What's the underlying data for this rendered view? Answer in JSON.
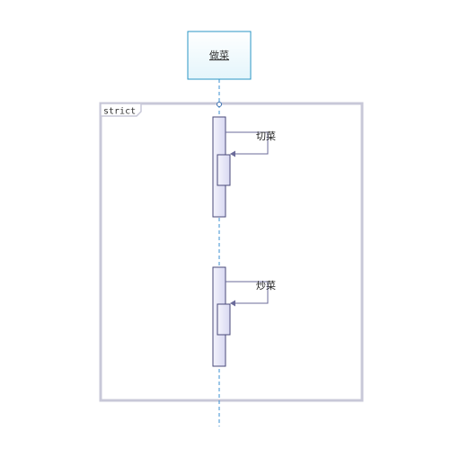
{
  "lifeline": {
    "name": "做菜"
  },
  "fragment": {
    "operator": "strict"
  },
  "messages": [
    {
      "label": "切菜"
    },
    {
      "label": "炒菜"
    }
  ],
  "colors": {
    "actor_fill": "#eef9fc",
    "actor_border": "#2a95c5",
    "lifeline": "#3a8fd0",
    "frame": "#c8c8d8",
    "activation_fill": "#e2e2f6",
    "activation_border": "#4a4a7a",
    "message_line": "#6b6b9a"
  }
}
